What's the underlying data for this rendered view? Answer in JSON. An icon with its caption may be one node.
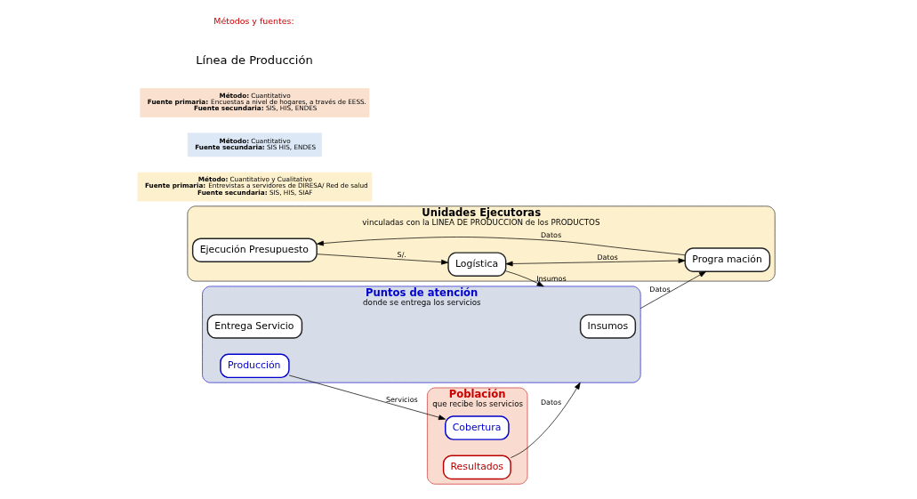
{
  "diagram": {
    "nodes": [
      {
        "text": [
          "Unidades Ejecutoras",
          "vinculadas con la LINEA DE PRODUCCION de los PRODUCTOS"
        ]
      },
      {
        "text": [
          "Ejecución Presupuesto"
        ],
        "in": 0
      },
      {
        "text": [
          "Progra mación"
        ],
        "in": 0
      },
      {
        "text": [
          "Logística"
        ],
        "in": 0
      },
      {
        "text": [
          "Puntos de atención",
          "donde se entrega los servicios"
        ]
      },
      {
        "text": [
          "Insumos"
        ],
        "in": 4
      },
      {
        "text": [
          "Entrega Servicio"
        ],
        "in": 4
      },
      {
        "text": [
          "Producción"
        ],
        "in": 4
      },
      {
        "text": [
          "Población",
          "que recibe los servicios"
        ]
      },
      {
        "text": [
          "Cobertura"
        ],
        "in": 8
      },
      {
        "text": [
          "Resultados"
        ],
        "in": 8
      },
      {
        "text": [
          "**Método:** Cuantitativo y Cualitativo",
          "**Fuente primaria:** Entrevistas a servidores de DIRESA/ Red de salud",
          "**Fuente secundaria:** SIS, HIS, SIAF"
        ]
      },
      {
        "text": [
          "**Método:** Cuantitativo",
          "**Fuente secundaria:** SIS HIS, ENDES"
        ]
      },
      {
        "text": [
          "**Método:** Cuantitativo",
          "**Fuente primaria:** Encuestas a nivel de hogares, a través de EESS.",
          "**Fuente secundaria:** SIS, HIS, ENDES"
        ]
      }
    ],
    "edges": [
      {
        "from": 2,
        "to": 1,
        "arrow": "to",
        "label": "Datos"
      },
      {
        "from": 3,
        "to": 2,
        "arrow": "both",
        "label": "Datos"
      },
      {
        "from": 1,
        "to": 3,
        "arrow": "to",
        "label": "S/."
      },
      {
        "from": 4,
        "to": 2,
        "arrow": "to",
        "label": "Datos"
      },
      {
        "from": 3,
        "to": 4,
        "arrow": "to",
        "label": "Insumos"
      },
      {
        "from": 10,
        "to": 4,
        "arrow": "to",
        "label": "Datos"
      },
      {
        "from": 7,
        "to": 9,
        "arrow": "to",
        "label": "Servicios"
      }
    ],
    "labels": [
      "Línea de Producción",
      "Métodos y fuentes:"
    ]
  }
}
